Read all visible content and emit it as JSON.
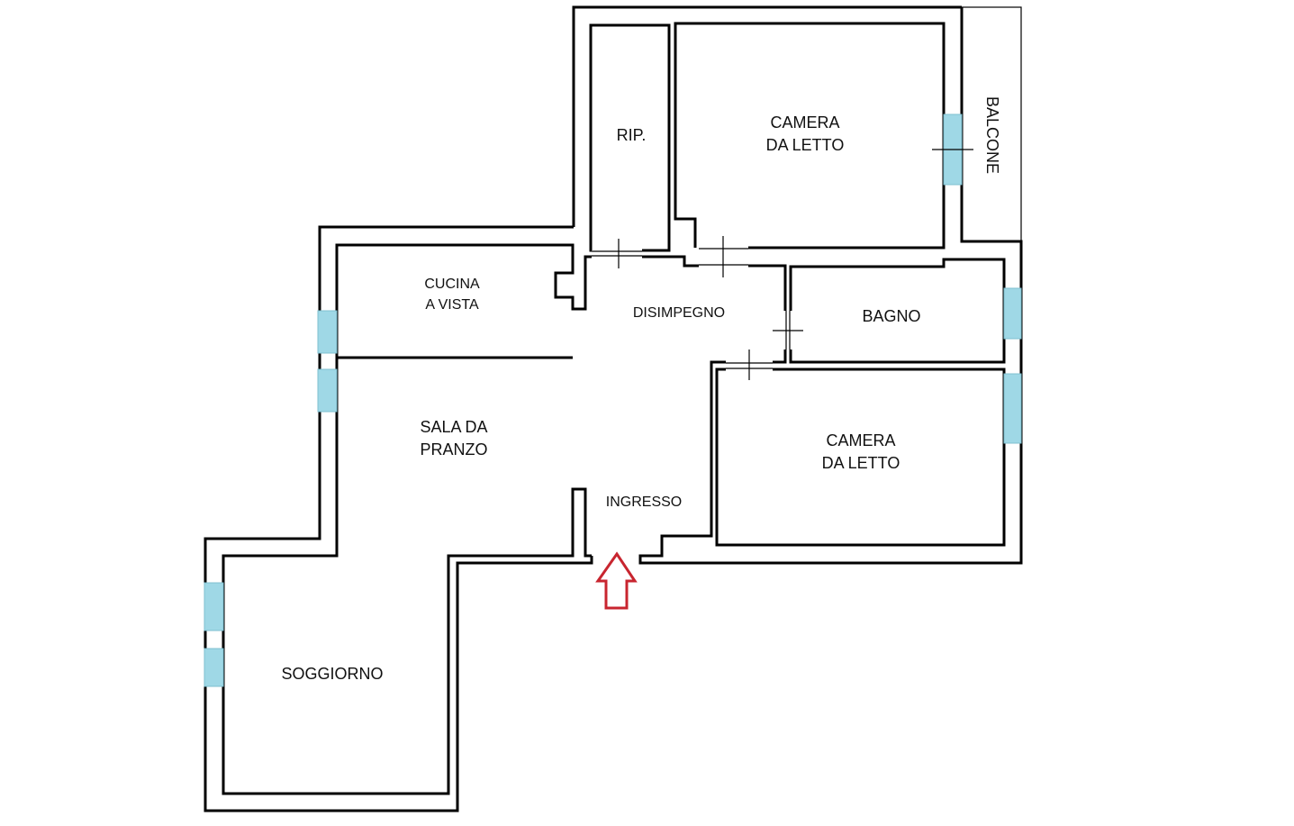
{
  "rooms": {
    "rip": "RIP.",
    "camera1_line1": "CAMERA",
    "camera1_line2": "DA LETTO",
    "balcone": "BALCONE",
    "cucina_line1": "CUCINA",
    "cucina_line2": "A VISTA",
    "disimpegno": "DISIMPEGNO",
    "bagno": "BAGNO",
    "sala_line1": "SALA DA",
    "sala_line2": "PRANZO",
    "camera2_line1": "CAMERA",
    "camera2_line2": "DA LETTO",
    "ingresso": "INGRESSO",
    "soggiorno": "SOGGIORNO"
  },
  "colors": {
    "wall": "#000000",
    "window": "#9fd8e6",
    "entrance_arrow": "#c8252f"
  }
}
